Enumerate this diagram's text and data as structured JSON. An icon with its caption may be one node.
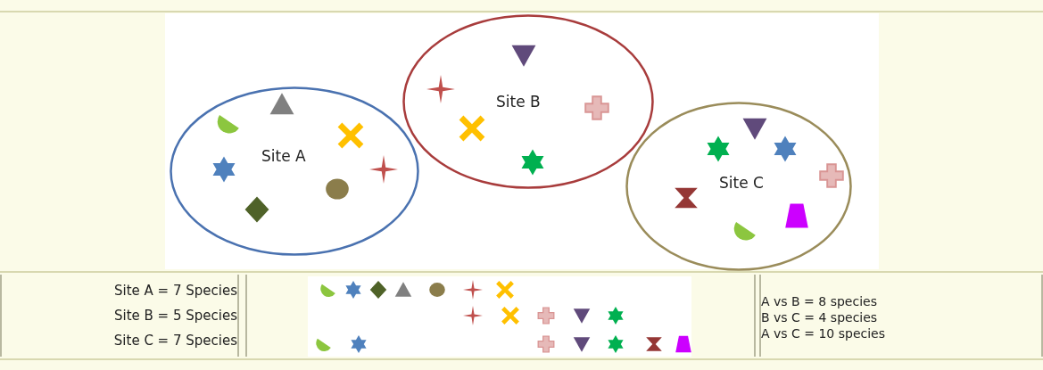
{
  "diagram": {
    "nodes": [
      {
        "text": [
          "Site A"
        ]
      },
      {
        "text": [
          "Site B"
        ]
      },
      {
        "text": [
          "Site C"
        ]
      }
    ],
    "labels": [
      "Site A = 7 Species",
      "Site B = 5 Species",
      "Site C = 7 Species",
      "A vs B = 8 species",
      "B vs C = 4 species",
      "A vs C = 10 species"
    ]
  }
}
